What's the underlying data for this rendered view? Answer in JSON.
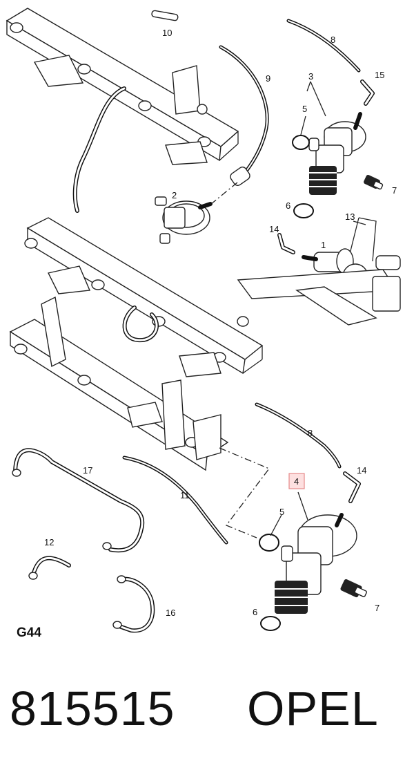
{
  "diagram": {
    "figure_code": "G44",
    "highlighted_callout": "4",
    "callouts": {
      "c10": "10",
      "c8a": "8",
      "c9": "9",
      "c3": "3",
      "c15": "15",
      "c5a": "5",
      "c7a": "7",
      "c2": "2",
      "c6a": "6",
      "c13": "13",
      "c14a": "14",
      "c1": "1",
      "c8b": "8",
      "c17": "17",
      "c11": "11",
      "c14b": "14",
      "c4": "4",
      "c5b": "5",
      "c12": "12",
      "c16": "16",
      "c7b": "7",
      "c6b": "6"
    }
  },
  "footer": {
    "part_number": "815515",
    "brand": "OPEL"
  },
  "colors": {
    "ink": "#111111",
    "highlight_fill": "#fde0e0",
    "highlight_stroke": "#e58a8a"
  }
}
